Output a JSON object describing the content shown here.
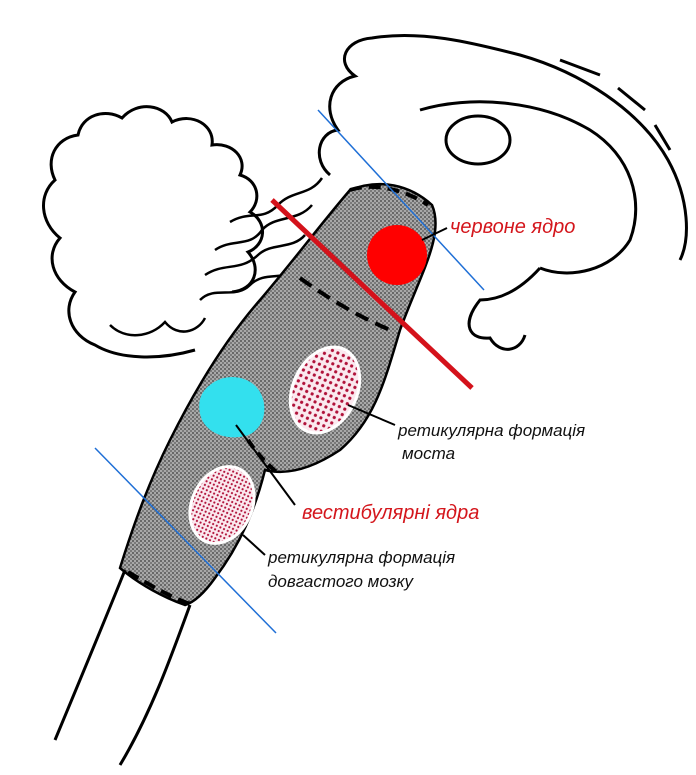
{
  "labels": {
    "red_nucleus": "червоне ядро",
    "pons_reticular_line1": "ретикулярна формація",
    "pons_reticular_line2": "моста",
    "vestibular_nuclei": "вестибулярні ядра",
    "medulla_reticular_line1": "ретикулярна формація",
    "medulla_reticular_line2": "довгастого мозку"
  },
  "colors": {
    "red_nucleus": "#ff0000",
    "red_label": "#d4161c",
    "vestibular": "#33e0ee",
    "reticular_dots": "#b0123a",
    "reticular_fill": "#fbe9ef",
    "brainstem_fill": "#9c9c9c",
    "cut_line_red": "#d4121b",
    "cut_line_blue": "#1f6fd6"
  }
}
